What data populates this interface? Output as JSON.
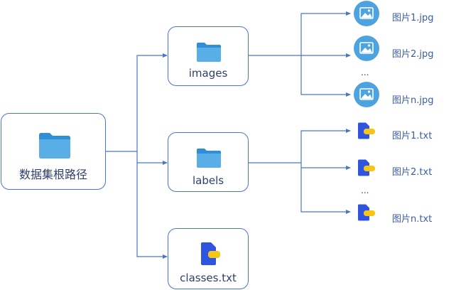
{
  "root": {
    "label": "数据集根路径",
    "icon": "folder-icon"
  },
  "children": {
    "images": {
      "label": "images",
      "icon": "folder-icon"
    },
    "labels": {
      "label": "labels",
      "icon": "folder-icon"
    },
    "classes": {
      "label": "classes.txt",
      "icon": "text-file-icon"
    }
  },
  "images_files": {
    "items": [
      "图片1.jpg",
      "图片2.jpg",
      "图片n.jpg"
    ],
    "ellipsis": "...",
    "icon": "image-icon"
  },
  "labels_files": {
    "items": [
      "图片1.txt",
      "图片2.txt",
      "图片n.txt"
    ],
    "ellipsis": "...",
    "icon": "text-file-icon"
  },
  "colors": {
    "line": "#4a76c6",
    "box_border": "#4a76c6",
    "folder": "#5aaee8",
    "folder_dark": "#2f8fd6",
    "image_circle": "#4da3e0",
    "doc_blue": "#2f55e0",
    "doc_yellow": "#f5c518",
    "leaf_text": "#3b5ba8"
  }
}
